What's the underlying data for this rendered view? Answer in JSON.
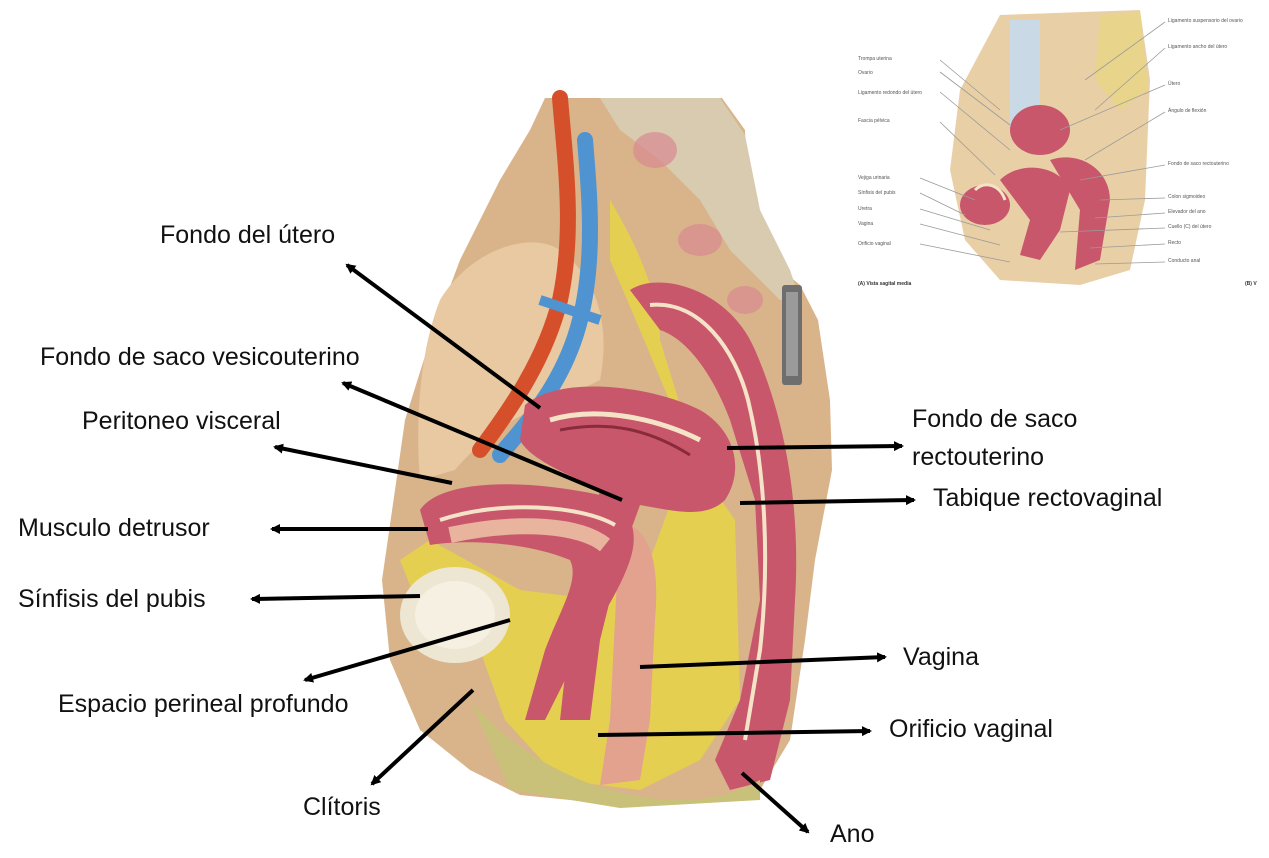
{
  "labels": {
    "fondo_utero": "Fondo del útero",
    "fondo_saco_vesicouterino": "Fondo de saco vesicouterino",
    "peritoneo_visceral": "Peritoneo visceral",
    "musculo_detrusor": "Musculo detrusor",
    "sinfisis_pubis": "Sínfisis del pubis",
    "espacio_perineal_profundo": "Espacio perineal profundo",
    "clitoris": "Clítoris",
    "fondo_saco_rectouterino_1": "Fondo de saco",
    "fondo_saco_rectouterino_2": "rectouterino",
    "tabique_rectovaginal": "Tabique rectovaginal",
    "vagina": "Vagina",
    "orificio_vaginal": "Orificio vaginal",
    "ano": "Ano"
  },
  "inset": {
    "left_labels": [
      "Trompa uterina",
      "Ovario",
      "Ligamento redondo del útero",
      "Fascia pélvica",
      "Vejiga urinaria",
      "Sínfisis del pubis",
      "Uretra",
      "Vagina",
      "Orificio vaginal"
    ],
    "right_labels": [
      "Ligamento suspensorio del ovario",
      "Ligamento ancho del útero",
      "Útero",
      "Ángulo de flexión",
      "Fondo de saco rectouterino",
      "Colon sigmoideo",
      "Elevador del ano",
      "Cuello (C) del útero",
      "Recto",
      "Conducto anal"
    ],
    "caption_a": "(A) Vista sagital media",
    "caption_b": "(B) V"
  },
  "colors": {
    "muscle": "#c8576c",
    "lining": "#f5e3c8",
    "fat": "#e6d24a",
    "artery": "#d5502a",
    "vein": "#4f93d0",
    "skin": "#d9b48a",
    "bone": "#ede6d2"
  }
}
